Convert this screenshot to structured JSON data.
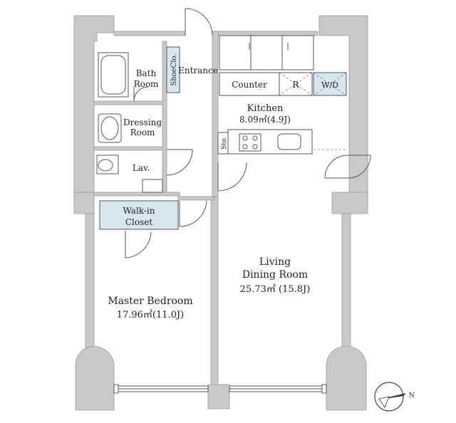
{
  "colors": {
    "wall": "#c9c9c9",
    "closet_fill": "#d7e7f2",
    "line": "#555555"
  },
  "rooms": {
    "entrance": "Entrance",
    "shoe_closet": "ShoeClo.",
    "bath_room": [
      "Bath",
      "Room"
    ],
    "dressing_room": [
      "Dressing",
      "Room"
    ],
    "lav": "Lav.",
    "counter": "Counter",
    "refrigerator": "R",
    "washer_dryer": "W/D",
    "kitchen": {
      "name": "Kitchen",
      "area": "8.09㎡(4.9J)"
    },
    "storage": "Sto.",
    "walk_in_closet": [
      "Walk-in",
      "Closet"
    ],
    "master_bedroom": {
      "name": "Master Bedroom",
      "area": "17.96㎡(11.0J)"
    },
    "living": {
      "name": [
        "Living",
        "Dining Room"
      ],
      "area": "25.73㎡  (15.8J)"
    }
  },
  "compass": {
    "label": "N",
    "icon": "compass-icon"
  }
}
